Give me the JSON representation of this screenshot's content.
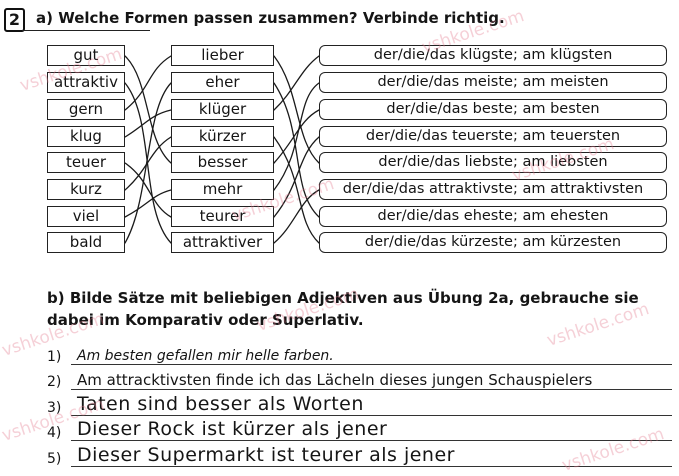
{
  "exercise": {
    "number": "2",
    "task_a_title": "a) Welche Formen passen zusammen? Verbinde richtig.",
    "col1": [
      "gut",
      "attraktiv",
      "gern",
      "klug",
      "teuer",
      "kurz",
      "viel",
      "bald"
    ],
    "col2": [
      "lieber",
      "eher",
      "klüger",
      "kürzer",
      "besser",
      "mehr",
      "teurer",
      "attraktiver"
    ],
    "col3": [
      "der/die/das klügste; am klügsten",
      "der/die/das meiste; am meisten",
      "der/die/das beste; am besten",
      "der/die/das teuerste; am teuersten",
      "der/die/das liebste; am liebsten",
      "der/die/das attraktivste; am attraktivsten",
      "der/die/das eheste; am ehesten",
      "der/die/das kürzeste; am kürzesten"
    ],
    "task_b_title": "b) Bilde Sätze mit beliebigen Adjektiven aus Übung 2a, gebrauche sie dabei im Komparativ oder Superlativ.",
    "answers": [
      {
        "num": "1)",
        "text": "Am besten gefallen mir helle farben."
      },
      {
        "num": "2)",
        "text": "Am attracktivsten finde ich das Lächeln dieses jungen Schauspielers"
      },
      {
        "num": "3)",
        "text": "Taten sind besser als Worten"
      },
      {
        "num": "4)",
        "text": "Dieser Rock ist kürzer als jener"
      },
      {
        "num": "5)",
        "text": "Dieser Supermarkt ist teurer als jener"
      }
    ]
  },
  "watermark": {
    "text": "vshkole.com"
  },
  "colors": {
    "ink": "#151515",
    "watermark": "#e1788c"
  }
}
